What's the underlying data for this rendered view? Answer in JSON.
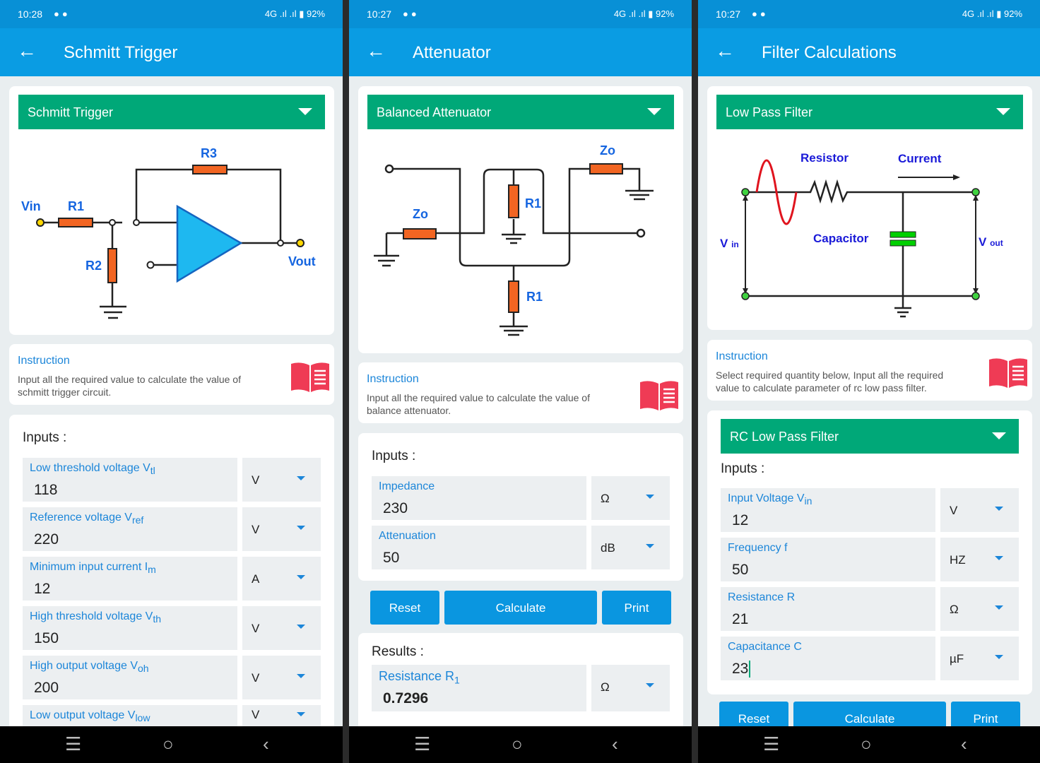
{
  "status": [
    {
      "time": "10:28",
      "right": "4G .ıl .ıl ▮ 92%"
    },
    {
      "time": "10:27",
      "right": "4G .ıl .ıl ▮ 92%"
    },
    {
      "time": "10:27",
      "right": "4G .ıl .ıl ▮ 92%"
    }
  ],
  "screen1": {
    "title": "Schmitt Trigger",
    "dropdown": "Schmitt Trigger",
    "diagram": {
      "vin": "Vin",
      "r1": "R1",
      "r2": "R2",
      "r3": "R3",
      "vout": "Vout"
    },
    "instruction_title": "Instruction",
    "instruction_text": "Input all the required value to calculate the value of schmitt trigger circuit.",
    "inputs_title": "Inputs :",
    "fields": [
      {
        "label": "Low threshold voltage V",
        "sub": "tl",
        "value": "118",
        "unit": "V"
      },
      {
        "label": "Reference voltage V",
        "sub": "ref",
        "value": "220",
        "unit": "V"
      },
      {
        "label": "Minimum input current I",
        "sub": "m",
        "value": "12",
        "unit": "A"
      },
      {
        "label": "High threshold voltage V",
        "sub": "th",
        "value": "150",
        "unit": "V"
      },
      {
        "label": "High output voltage V",
        "sub": "oh",
        "value": "200",
        "unit": "V"
      },
      {
        "label": "Low output voltage V",
        "sub": "low",
        "value": "",
        "unit": "V"
      }
    ]
  },
  "screen2": {
    "title": "Attenuator",
    "dropdown": "Balanced Attenuator",
    "diagram": {
      "zo1": "Zo",
      "zo2": "Zo",
      "r1a": "R1",
      "r1b": "R1"
    },
    "instruction_title": "Instruction",
    "instruction_text": "Input all the required value to calculate the value of balance attenuator.",
    "inputs_title": "Inputs :",
    "fields": [
      {
        "label": "Impedance",
        "value": "230",
        "unit": "Ω"
      },
      {
        "label": "Attenuation",
        "value": "50",
        "unit": "dB"
      }
    ],
    "buttons": {
      "reset": "Reset",
      "calculate": "Calculate",
      "print": "Print"
    },
    "results_title": "Results :",
    "result": {
      "label": "Resistance R",
      "sub": "1",
      "value": "0.7296",
      "unit": "Ω"
    }
  },
  "screen3": {
    "title": "Filter Calculations",
    "dropdown": "Low Pass Filter",
    "diagram": {
      "resistor": "Resistor",
      "current": "Current",
      "capacitor": "Capacitor",
      "vin": "V",
      "vin_sub": "in",
      "vout": "V",
      "vout_sub": "out"
    },
    "instruction_title": "Instruction",
    "instruction_text": "Select required quantity below, Input all the required value to calculate parameter of rc low pass filter.",
    "sub_dropdown": "RC Low Pass Filter",
    "inputs_title": "Inputs :",
    "fields": [
      {
        "label": "Input Voltage V",
        "sub": "in",
        "value": "12",
        "unit": "V"
      },
      {
        "label": "Frequency f",
        "value": "50",
        "unit": "HZ"
      },
      {
        "label": "Resistance R",
        "value": "21",
        "unit": "Ω"
      },
      {
        "label": "Capacitance C",
        "value": "23",
        "unit": "µF"
      }
    ],
    "buttons": {
      "reset": "Reset",
      "calculate": "Calculate",
      "print": "Print"
    }
  },
  "colors": {
    "appbar": "#0a9ce3",
    "dropdown": "#00a878",
    "label": "#1c86d9",
    "button": "#0a96e0"
  }
}
